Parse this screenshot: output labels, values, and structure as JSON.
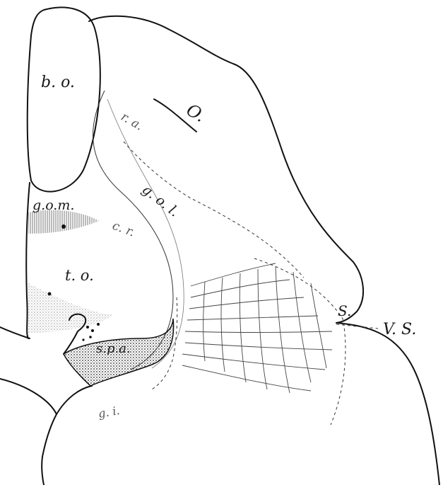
{
  "labels": {
    "b_o": "b. o.",
    "o": "O.",
    "r_a": "r. a.",
    "g_o_m": "g.o.m.",
    "g_o_l": "g. o. l.",
    "c_r": "c. r.",
    "t_o": "t. o.",
    "s": "S.",
    "v_s": "V. S.",
    "s_p_a": "s.p.a.",
    "g_i": "g. i."
  }
}
